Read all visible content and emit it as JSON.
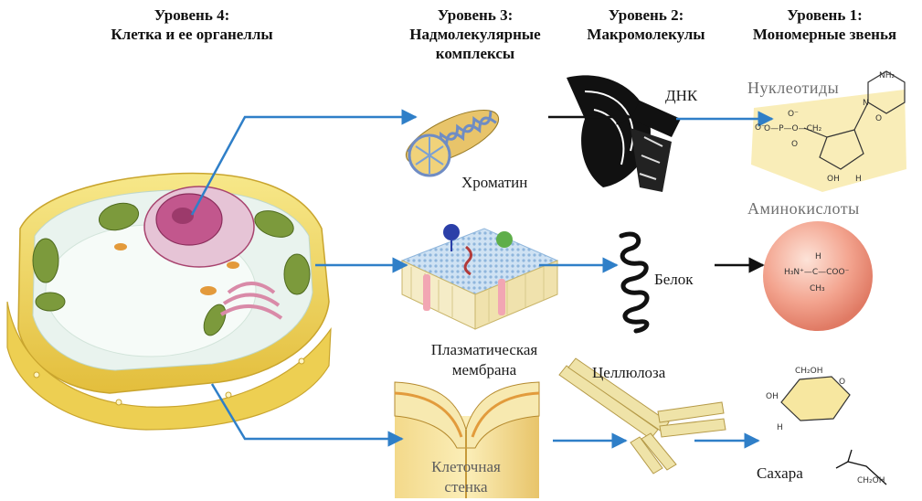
{
  "levels": [
    {
      "level": "Уровень 4:",
      "desc": "Клетка и ее органеллы"
    },
    {
      "level": "Уровень 3:",
      "desc": "Надмолекулярные комплексы"
    },
    {
      "level": "Уровень 2:",
      "desc": "Макромолекулы"
    },
    {
      "level": "Уровень 1:",
      "desc": "Мономерные звенья"
    }
  ],
  "level3_desc_lines": [
    "Надмолекулярные",
    "комплексы"
  ],
  "labels": {
    "chromatin": "Хроматин",
    "dna": "ДНК",
    "nucleotides": "Нуклеотиды",
    "amino_acids": "Аминокислоты",
    "protein": "Белок",
    "membrane_lines": [
      "Плазматическая",
      "мембрана"
    ],
    "cellulose": "Целлюлоза",
    "cell_wall_lines": [
      "Клеточная",
      "стенка"
    ],
    "sugars": "Сахара"
  },
  "chem": {
    "nuc_o_minus": "O⁻",
    "nuc_phosphate": "O—P—O—CH₂",
    "nuc_o_bottom": "O",
    "nuc_o_left": "O⁻",
    "nuc_nh2": "NH₂",
    "nuc_n": "N",
    "nuc_o_ring": "O",
    "nuc_oh": "OH",
    "nuc_h": "H",
    "aa_h_top": "H",
    "aa_core": "H₃N⁺—C—COO⁻",
    "aa_ch3": "CH₃",
    "sugar_ch2oh": "CH₂OH",
    "sugar_oh": "OH",
    "sugar_h": "H",
    "sugar_o": "O",
    "sugar_small": "CH₂OH"
  },
  "colors": {
    "arrow_blue": "#2f7fc8",
    "arrow_black": "#111111",
    "cell_wall": "#f0d85a",
    "cytoplasm": "#e9f3ee",
    "chloroplast": "#7c9a3c",
    "nucleus": "#c2578d",
    "membrane_top": "#bcd6ee",
    "nucleotide_panel": "#f7e7a0",
    "amino_sphere": "#f2a894"
  }
}
